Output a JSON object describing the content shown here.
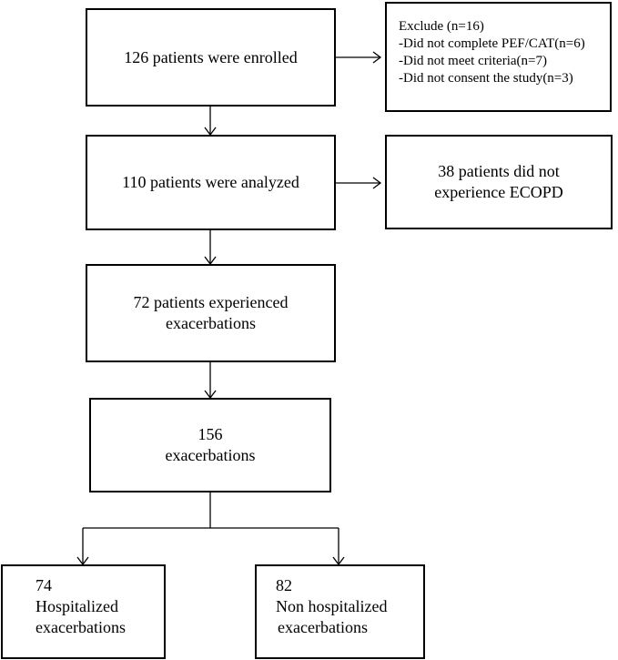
{
  "boxes": {
    "enrolled": "126 patients were enrolled",
    "exclude": {
      "title": "Exclude (n=16)",
      "items": [
        "-Did not complete PEF/CAT(n=6)",
        "-Did not meet criteria(n=7)",
        "-Did not consent the study(n=3)"
      ]
    },
    "analyzed": "110 patients were analyzed",
    "no_ecopd": {
      "line1": "38 patients did not",
      "line2": "experience ECOPD"
    },
    "experienced": {
      "line1": "72 patients experienced",
      "line2": "exacerbations"
    },
    "exacerbations": {
      "line1": "156",
      "line2": "exacerbations"
    },
    "hospitalized": {
      "line1": "74",
      "line2": "Hospitalized",
      "line3": "exacerbations"
    },
    "non_hospitalized": {
      "line1": "82",
      "line2": "Non hospitalized",
      "line3": "exacerbations"
    }
  }
}
